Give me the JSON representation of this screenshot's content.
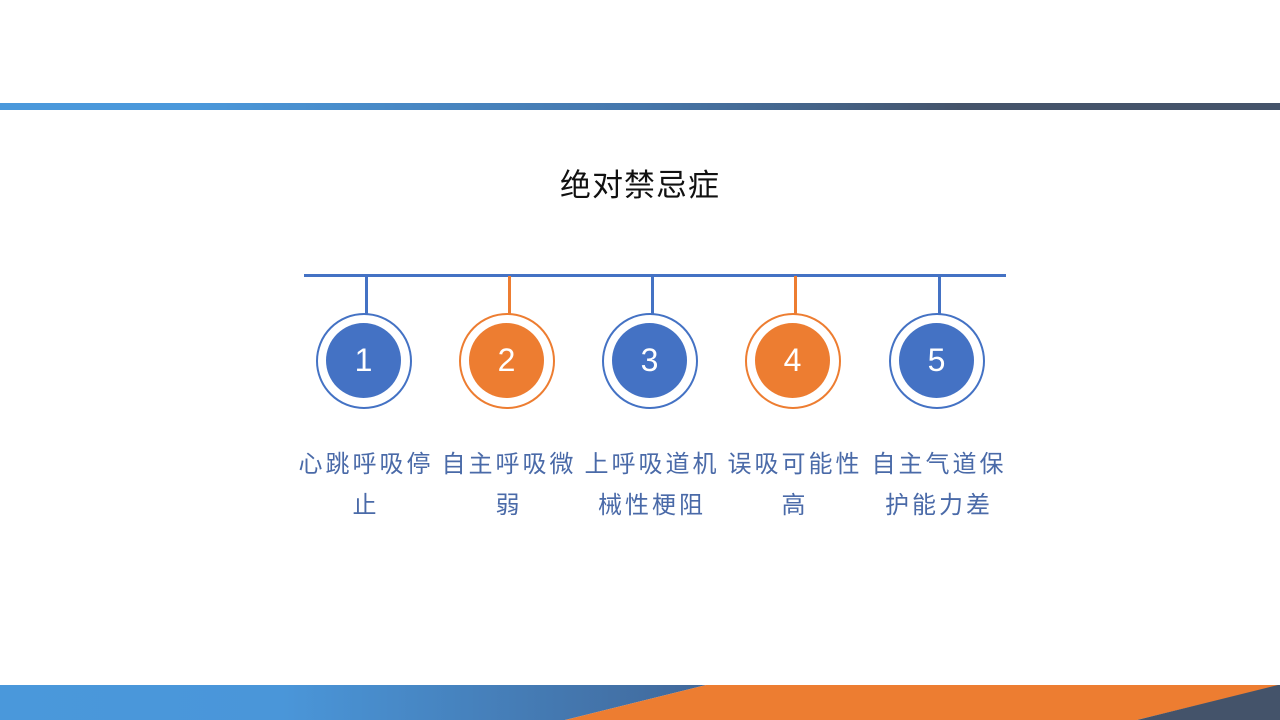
{
  "slide": {
    "title": "绝对禁忌症",
    "colors": {
      "blue": "#4472c4",
      "orange": "#ed7d31",
      "label_text": "#4a6aa8",
      "top_bar_start": "#4a98db",
      "top_bar_end": "#44536a"
    },
    "items": [
      {
        "number": "1",
        "label": "心跳呼吸停止",
        "color": "blue"
      },
      {
        "number": "2",
        "label": "自主呼吸微弱",
        "color": "orange"
      },
      {
        "number": "3",
        "label": "上呼吸道机械性梗阻",
        "color": "blue"
      },
      {
        "number": "4",
        "label": "误吸可能性高",
        "color": "orange"
      },
      {
        "number": "5",
        "label": "自主气道保护能力差",
        "color": "blue"
      }
    ]
  }
}
